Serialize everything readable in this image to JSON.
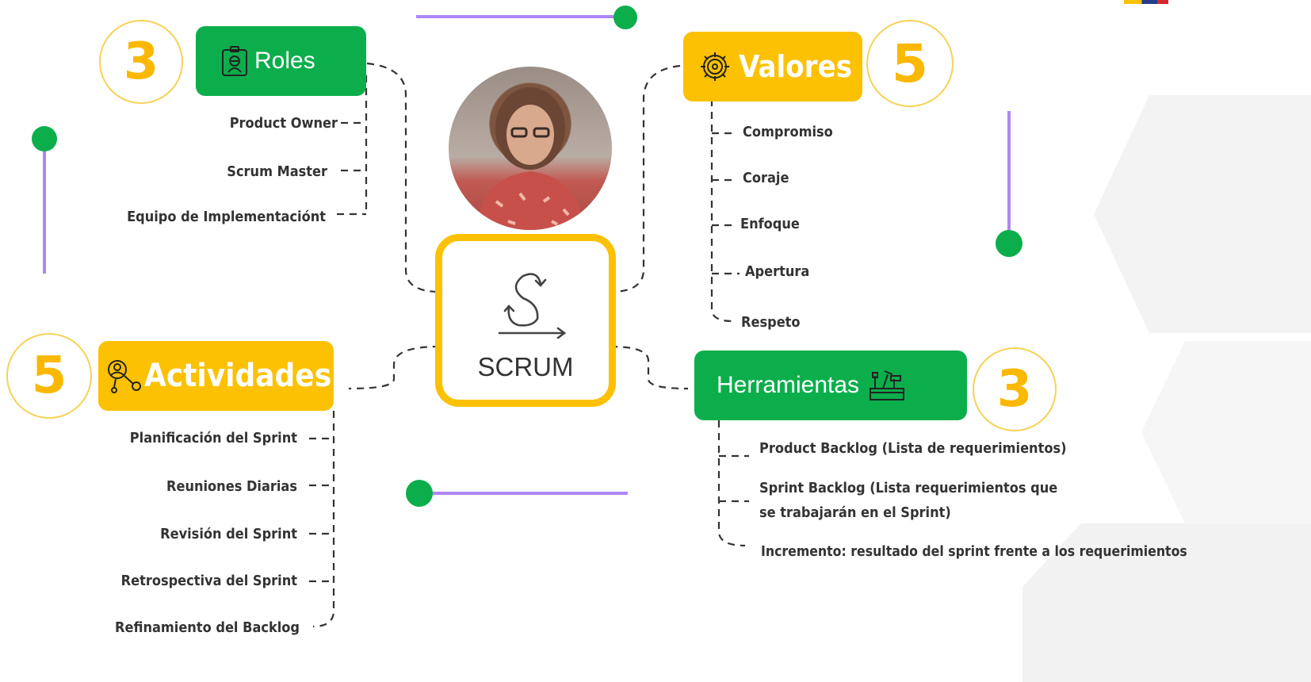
{
  "center": {
    "label": "SCRUM"
  },
  "roles": {
    "label": "Roles",
    "count": "3",
    "items": [
      "Product Owner",
      "Scrum Master",
      "Equipo de Implementaciónt"
    ]
  },
  "valores": {
    "label": "Valores",
    "count": "5",
    "items": [
      "Compromiso",
      "Coraje",
      "Enfoque",
      "Apertura",
      "Respeto"
    ]
  },
  "actividades": {
    "label": "Actividades",
    "count": "5",
    "items": [
      "Planificación del Sprint",
      "Reuniones Diarias",
      "Revisión del Sprint",
      "Retrospectiva del Sprint",
      "Refinamiento del Backlog"
    ]
  },
  "herramientas": {
    "label": "Herramientas",
    "count": "3",
    "items": [
      "Product Backlog (Lista de requerimientos)",
      "Sprint Backlog (Lista requerimientos que",
      "se trabajarán en el Sprint)",
      "Incremento: resultado del sprint frente a los requerimientos"
    ]
  },
  "colors": {
    "green": "#0cae4c",
    "yellow": "#fbc102",
    "purple": "#ad86f7",
    "count_text": "#fbb800"
  },
  "icons": {
    "roles": "id-badge-icon",
    "valores": "gear-icon",
    "actividades": "people-network-icon",
    "herramientas": "toolbox-icon",
    "scrum": "scrum-cycle-icon"
  }
}
